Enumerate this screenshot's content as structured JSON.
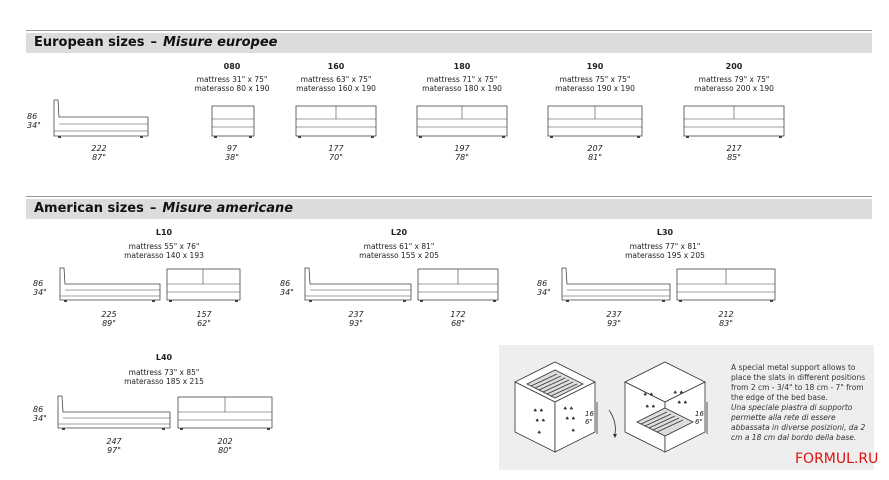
{
  "european": {
    "title": "European sizes",
    "subtitle": "Misure europee",
    "side": {
      "height_cm": "86",
      "height_in": "34\"",
      "length_cm": "222",
      "length_in": "87\""
    },
    "sizes": [
      {
        "code": "080",
        "mattress": "mattress 31\" x 75\"",
        "materasso": "materasso 80 x 190",
        "width_cm": "97",
        "width_in": "38\""
      },
      {
        "code": "160",
        "mattress": "mattress 63\" x 75\"",
        "materasso": "materasso 160 x 190",
        "width_cm": "177",
        "width_in": "70\""
      },
      {
        "code": "180",
        "mattress": "mattress 71\" x 75\"",
        "materasso": "materasso 180 x 190",
        "width_cm": "197",
        "width_in": "78\""
      },
      {
        "code": "190",
        "mattress": "mattress 75\" x 75\"",
        "materasso": "materasso 190 x 190",
        "width_cm": "207",
        "width_in": "81\""
      },
      {
        "code": "200",
        "mattress": "mattress 79\" x 75\"",
        "materasso": "materasso 200 x 190",
        "width_cm": "217",
        "width_in": "85\""
      }
    ]
  },
  "american": {
    "title": "American sizes",
    "subtitle": "Misure americane",
    "sizes": [
      {
        "code": "L10",
        "mattress": "mattress 55\" x 76\"",
        "materasso": "materasso 140 x 193",
        "height_cm": "86",
        "height_in": "34\"",
        "length_cm": "225",
        "length_in": "89\"",
        "width_cm": "157",
        "width_in": "62\""
      },
      {
        "code": "L20",
        "mattress": "mattress 61\" x 81\"",
        "materasso": "materasso 155 x 205",
        "height_cm": "86",
        "height_in": "34\"",
        "length_cm": "237",
        "length_in": "93\"",
        "width_cm": "172",
        "width_in": "68\""
      },
      {
        "code": "L30",
        "mattress": "mattress 77\" x 81\"",
        "materasso": "materasso 195 x 205",
        "height_cm": "86",
        "height_in": "34\"",
        "length_cm": "237",
        "length_in": "93\"",
        "width_cm": "212",
        "width_in": "83\""
      },
      {
        "code": "L40",
        "mattress": "mattress 73\" x 85\"",
        "materasso": "materasso 185 x 215",
        "height_cm": "86",
        "height_in": "34\"",
        "length_cm": "247",
        "length_in": "97\"",
        "width_cm": "202",
        "width_in": "80\""
      }
    ]
  },
  "support": {
    "en": "A special metal support allows to place the slats in different positions from 2 cm - 3/4\" to 18 cm - 7\" from the edge of the bed base.",
    "it": "Una speciale piastra di supporto permette alla rete di essere abbassata in diverse posizioni, da 2 cm a 18 cm dal bordo della base.",
    "dim1_cm": "16",
    "dim1_in": "6\"",
    "dim2_cm": "16",
    "dim2_in": "6\""
  },
  "watermark": "FORMUL.RU"
}
